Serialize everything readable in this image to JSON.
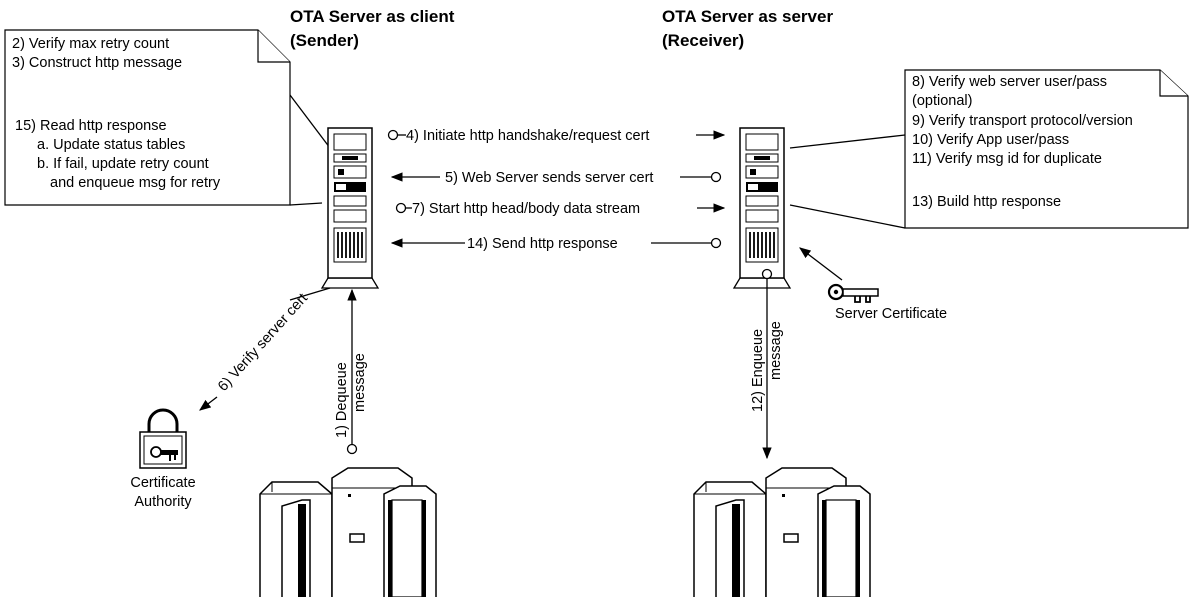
{
  "headers": {
    "sender_line1": "OTA Server as client",
    "sender_line2": "(Sender)",
    "receiver_line1": "OTA Server as server",
    "receiver_line2": "(Receiver)"
  },
  "left_note": [
    "2) Verify max retry count",
    "3) Construct http message",
    "15) Read http response",
    "a. Update status tables",
    "b. If fail, update retry count",
    "and enqueue msg for retry"
  ],
  "right_note": [
    "8) Verify web server user/pass",
    "(optional)",
    "9) Verify transport protocol/version",
    "10) Verify App user/pass",
    "11) Verify msg id for duplicate",
    "13) Build http response"
  ],
  "messages": {
    "m4": "4) Initiate http handshake/request cert",
    "m5": "5) Web Server sends server cert",
    "m7": "7) Start http head/body data stream",
    "m14": "14) Send http response"
  },
  "vertical_labels": {
    "dequeue_1": "1) Dequeue",
    "dequeue_2": "message",
    "enqueue_1": "12) Enqueue",
    "enqueue_2": "message",
    "verify_cert": "6) Verify server cert"
  },
  "labels": {
    "ca_line1": "Certificate",
    "ca_line2": "Authority",
    "server_cert": "Server Certificate"
  }
}
